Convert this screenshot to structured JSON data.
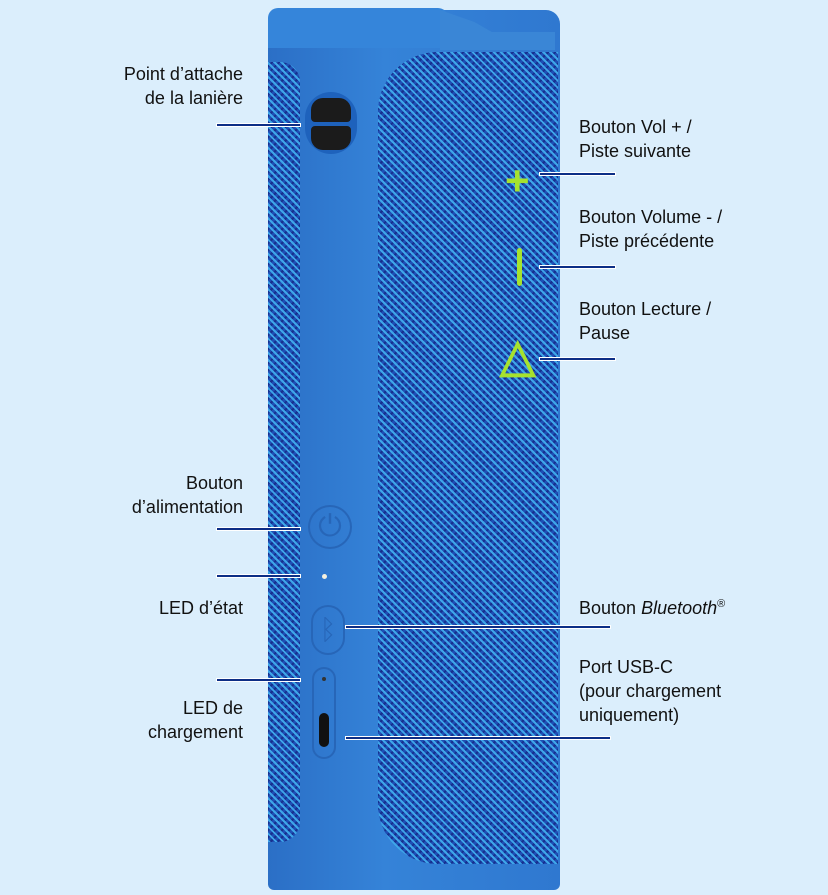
{
  "labels": {
    "strap": [
      "Point d’attache",
      "de la lanière"
    ],
    "vol_up": [
      "Bouton Vol + /",
      "Piste suivante"
    ],
    "vol_down": [
      "Bouton Volume - /",
      "Piste précédente"
    ],
    "play": [
      "Bouton Lecture /",
      "Pause"
    ],
    "power": [
      "Bouton",
      "d’alimentation"
    ],
    "status_led": "LED d’état",
    "bluetooth_prefix": "Bouton ",
    "bluetooth_italic": "Bluetooth",
    "bluetooth_mark": "®",
    "charge_led": [
      "LED de",
      "chargement"
    ],
    "usb": [
      "Port USB-C",
      "(pour chargement",
      "uniquement)"
    ]
  },
  "icons": {
    "vol_up": "+",
    "vol_down": "|",
    "play": "△",
    "bluetooth": "ᛒ",
    "power": "⏻"
  },
  "colors": {
    "accent": "#a6e22e",
    "speaker": "#2f78d0",
    "leader_line": "#0d2e86",
    "background": "#dbeefc"
  }
}
